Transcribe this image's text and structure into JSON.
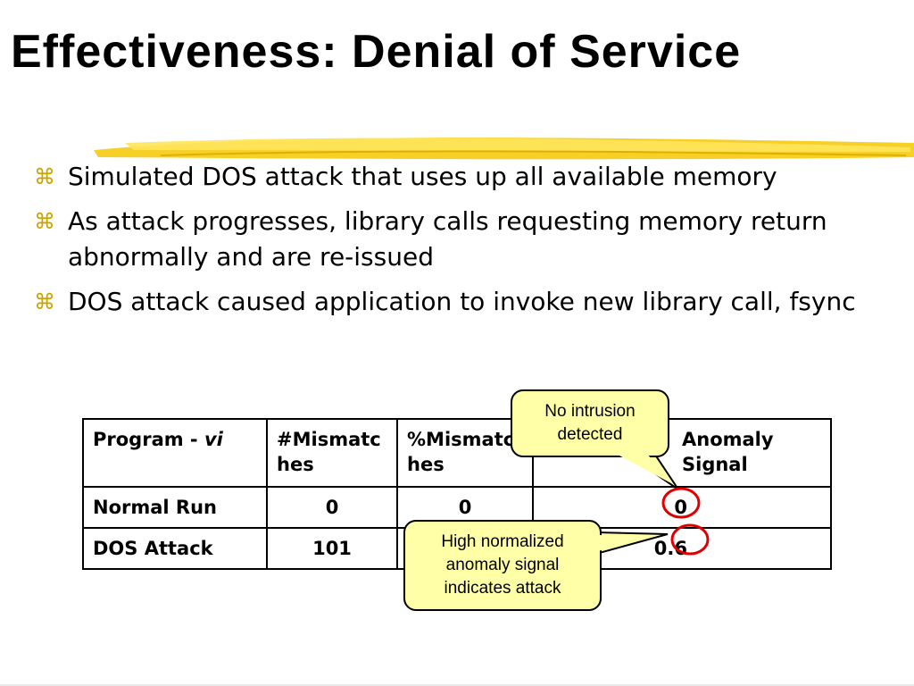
{
  "slide": {
    "title": "Effectiveness: Denial of Service",
    "bullet_mark": "⌘",
    "bullets": [
      "Simulated DOS attack that uses up all available memory",
      "As attack progresses, library calls requesting memory return abnormally and are re-issued",
      "DOS attack caused application to invoke new library call, fsync"
    ]
  },
  "table": {
    "header": {
      "program_label": "Program - ",
      "program_name": "vi",
      "mismatches": "#Mismatches",
      "pct_mismatches": "%Mismatches",
      "anomaly_signal": "Anomaly Signal"
    },
    "rows": [
      {
        "label": "Normal Run",
        "mismatches": "0",
        "pct_mismatches": "0",
        "anomaly": "0"
      },
      {
        "label": "DOS Attack",
        "mismatches": "101",
        "pct_mismatches": "",
        "anomaly": "0.6"
      }
    ]
  },
  "callouts": {
    "top": "No intrusion detected",
    "bottom": "High normalized anomaly signal indicates attack"
  },
  "colors": {
    "swoosh": "#f5c800",
    "callout_fill": "#ffffa8",
    "highlight_circle": "#e00000"
  }
}
